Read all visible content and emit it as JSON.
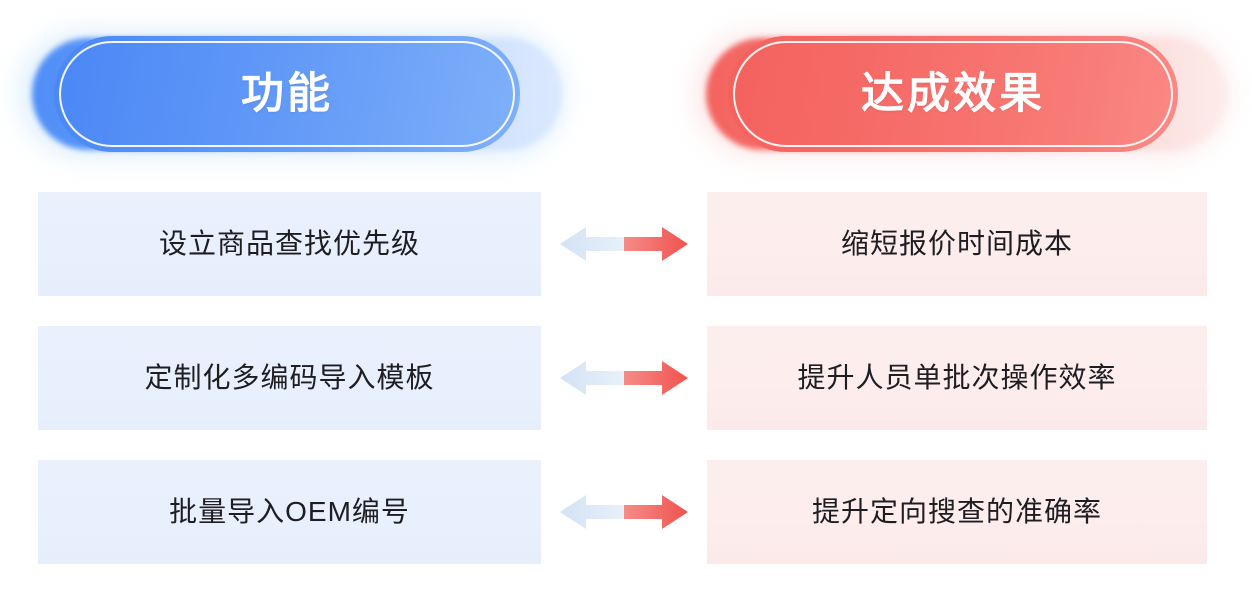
{
  "headers": {
    "left": {
      "title": "功能",
      "color": "#4a87f6"
    },
    "right": {
      "title": "达成效果",
      "color": "#f4615d"
    }
  },
  "colors": {
    "blue_pill": "#4a87f6",
    "blue_pill_light": "#cfe0fd",
    "red_pill": "#f4615d",
    "red_pill_light": "#fbdedc",
    "left_row_bg": "#eaf1fd",
    "right_row_bg": "#fdeeee",
    "arrow_left_half": "#dbe7f7",
    "arrow_right_half": "#f4635f",
    "row_text": "#1d1d22"
  },
  "rows": [
    {
      "function": "设立商品查找优先级",
      "effect": "缩短报价时间成本",
      "arrow": "double-arrow-icon"
    },
    {
      "function": "定制化多编码导入模板",
      "effect": "提升人员单批次操作效率",
      "arrow": "double-arrow-icon"
    },
    {
      "function": "批量导入OEM编号",
      "effect": "提升定向搜查的准确率",
      "arrow": "double-arrow-icon"
    }
  ]
}
